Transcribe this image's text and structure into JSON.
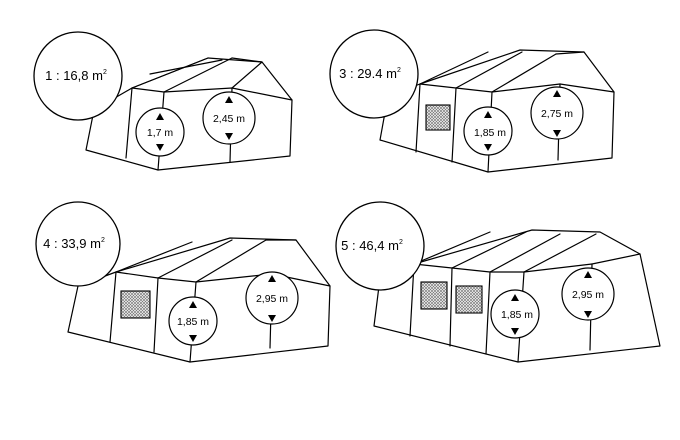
{
  "diagram": {
    "tents": [
      {
        "id": "tent-1",
        "label": "1 : 16,8 m",
        "unit_sup": "2",
        "dim_small": "1,7 m",
        "dim_large": "2,45 m",
        "windows": 0
      },
      {
        "id": "tent-3",
        "label": "3 : 29.4 m",
        "unit_sup": "2",
        "dim_small": "1,85 m",
        "dim_large": "2,75 m",
        "windows": 1
      },
      {
        "id": "tent-4",
        "label": "4 : 33,9 m",
        "unit_sup": "2",
        "dim_small": "1,85 m",
        "dim_large": "2,95 m",
        "windows": 1
      },
      {
        "id": "tent-5",
        "label": "5 : 46,4 m",
        "unit_sup": "2",
        "dim_small": "1,85 m",
        "dim_large": "2,95 m",
        "windows": 2
      }
    ]
  }
}
